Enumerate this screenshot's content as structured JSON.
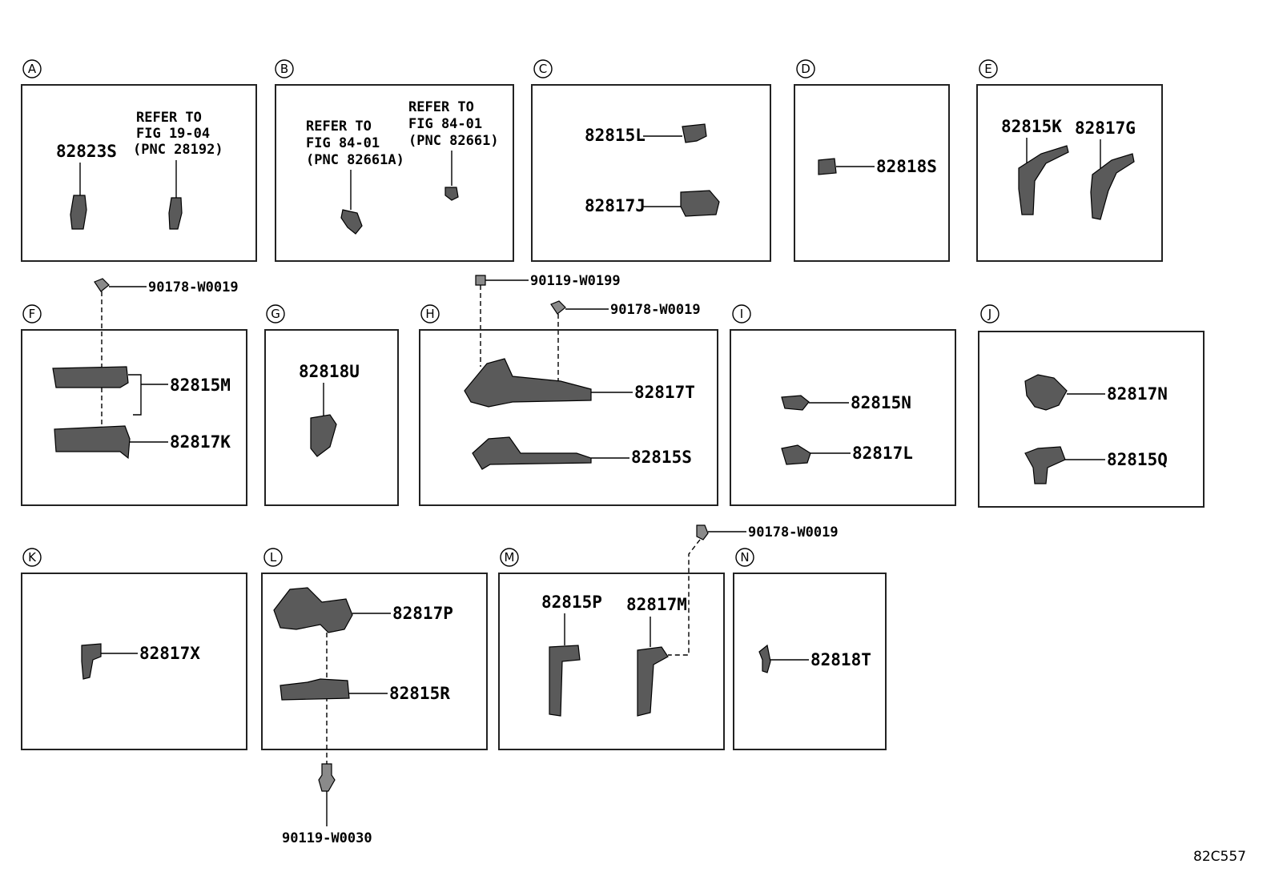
{
  "sections": {
    "A": {
      "letter": "A",
      "part": "82823S",
      "ref": [
        "REFER TO",
        "FIG 19-04",
        "(PNC 28192)"
      ]
    },
    "B": {
      "letter": "B",
      "ref1": [
        "REFER TO",
        "FIG 84-01",
        "(PNC 82661A)"
      ],
      "ref2": [
        "REFER TO",
        "FIG 84-01",
        "(PNC 82661)"
      ]
    },
    "C": {
      "letter": "C",
      "parts": [
        "82815L",
        "82817J"
      ]
    },
    "D": {
      "letter": "D",
      "parts": [
        "82818S"
      ]
    },
    "E": {
      "letter": "E",
      "parts": [
        "82815K",
        "82817G"
      ]
    },
    "F": {
      "letter": "F",
      "parts": [
        "82815M",
        "82817K"
      ],
      "fastener": "90178-W0019"
    },
    "G": {
      "letter": "G",
      "parts": [
        "82818U"
      ]
    },
    "H": {
      "letter": "H",
      "parts": [
        "82817T",
        "82815S"
      ],
      "fasteners": [
        "90119-W0199",
        "90178-W0019"
      ]
    },
    "I": {
      "letter": "I",
      "parts": [
        "82815N",
        "82817L"
      ]
    },
    "J": {
      "letter": "J",
      "parts": [
        "82817N",
        "82815Q"
      ]
    },
    "K": {
      "letter": "K",
      "parts": [
        "82817X"
      ]
    },
    "L": {
      "letter": "L",
      "parts": [
        "82817P",
        "82815R"
      ],
      "fastener": "90119-W0030"
    },
    "M": {
      "letter": "M",
      "parts": [
        "82815P",
        "82817M"
      ],
      "fastener": "90178-W0019"
    },
    "N": {
      "letter": "N",
      "parts": [
        "82818T"
      ]
    }
  },
  "diagram_code": "82C557"
}
